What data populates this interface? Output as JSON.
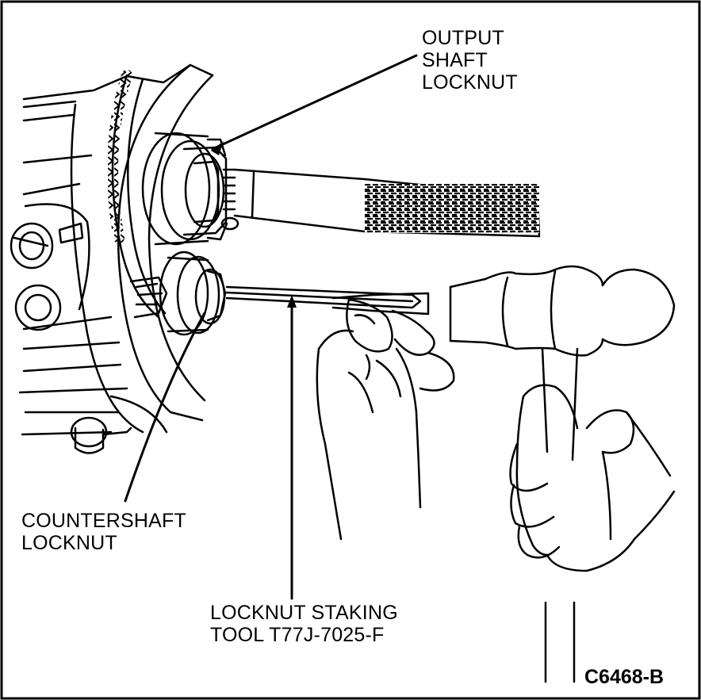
{
  "labels": {
    "output_locknut": [
      "OUTPUT",
      "SHAFT",
      "LOCKNUT"
    ],
    "countershaft_locknut": [
      "COUNTERSHAFT",
      "LOCKNUT"
    ],
    "staking_tool": [
      "LOCKNUT STAKING",
      "TOOL T77J-7025-F"
    ]
  },
  "figure_code": "C6468-B",
  "colors": {
    "ink": "#000000",
    "paper": "#ffffff"
  }
}
